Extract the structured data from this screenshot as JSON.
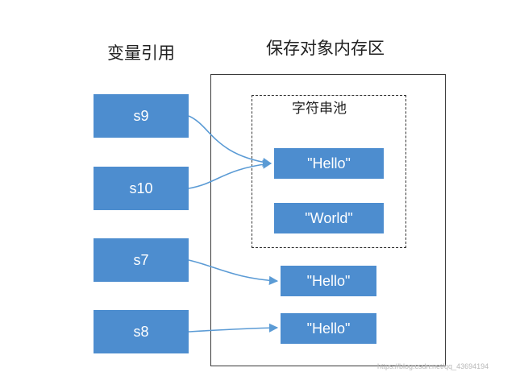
{
  "headings": {
    "variables": "变量引用",
    "memory": "保存对象内存区"
  },
  "string_pool": {
    "title": "字符串池",
    "entries": [
      "\"Hello\"",
      "\"World\""
    ]
  },
  "variables": [
    "s9",
    "s10",
    "s7",
    "s8"
  ],
  "heap_objects": [
    "\"Hello\"",
    "\"Hello\""
  ],
  "references": [
    {
      "from": "s9",
      "to": "pool \"Hello\""
    },
    {
      "from": "s10",
      "to": "pool \"Hello\""
    },
    {
      "from": "s7",
      "to": "heap \"Hello\" (1)"
    },
    {
      "from": "s8",
      "to": "heap \"Hello\" (2)"
    }
  ],
  "colors": {
    "box_fill": "#4d8dcf",
    "box_text": "#ffffff",
    "arrow": "#5b9bd5",
    "border": "#3a3a3a"
  },
  "watermark": "https://blog.csdn.net/qq_43694194"
}
